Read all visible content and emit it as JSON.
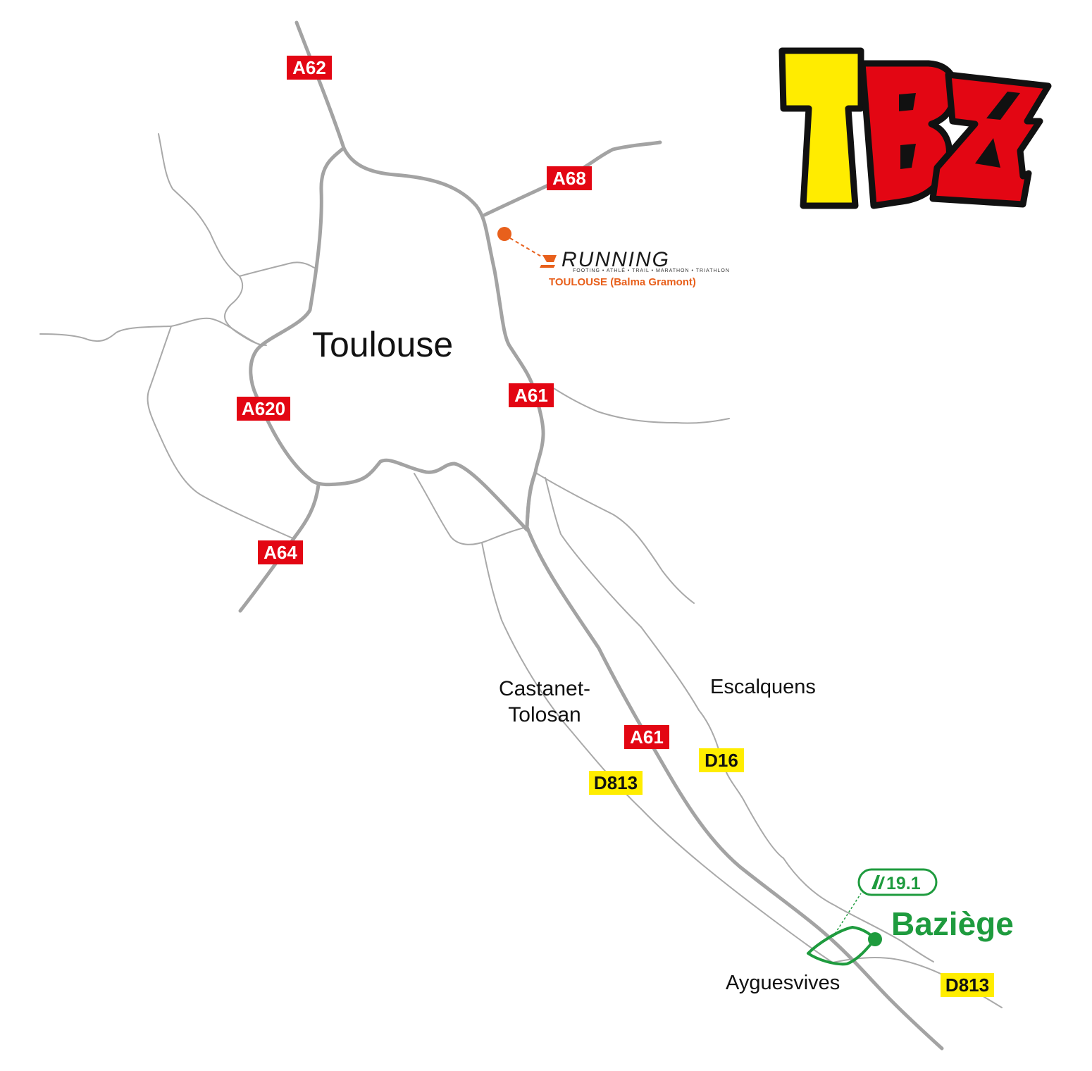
{
  "map": {
    "cities": {
      "toulouse": "Toulouse",
      "castanet": [
        "Castanet-",
        "Tolosan"
      ],
      "escalquens": "Escalquens",
      "ayguesvives": "Ayguesvives",
      "baziege": "Baziège"
    },
    "roads": {
      "a62": "A62",
      "a68": "A68",
      "a61_north": "A61",
      "a61_south": "A61",
      "a620": "A620",
      "a64": "A64",
      "d16": "D16",
      "d813_north": "D813",
      "d813_south": "D813"
    },
    "store": {
      "brand": "RUNNING",
      "tagline": "FOOTING • ATHLÉ • TRAIL • MARATHON • TRIATHLON",
      "location": "TOULOUSE (Balma Gramont)"
    },
    "exit": {
      "number": "19.1",
      "icon": "motorway-exit-icon"
    },
    "logo": {
      "text": "TBZ"
    },
    "colors": {
      "motorway_shield": "#e30613",
      "departmental_shield": "#ffed00",
      "road": "#a3a3a3",
      "store_accent": "#e8601c",
      "destination": "#1e9b3e",
      "logo_yellow": "#ffec00",
      "logo_red": "#e30613"
    }
  }
}
